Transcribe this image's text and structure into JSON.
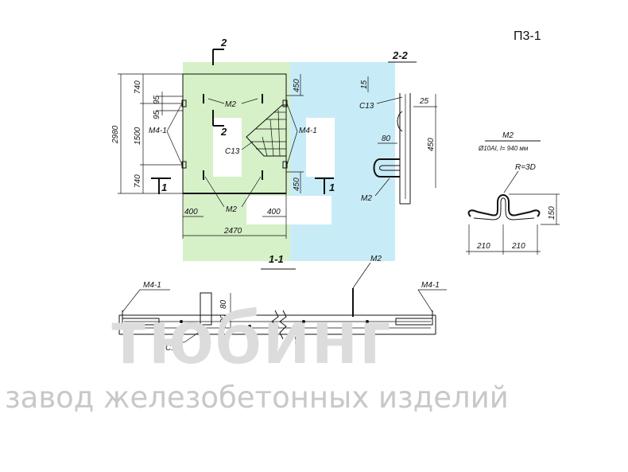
{
  "drawing_code": "П3-1",
  "watermark": {
    "brand": "тюбинг",
    "subtitle": "завод железобетонных изделий"
  },
  "colors": {
    "logo_green": "#d6f0c8",
    "logo_blue": "#c8ecf7",
    "line": "#111111",
    "watermark_gray": "#d9d9d9"
  },
  "plan": {
    "section_2_mark": "2",
    "section_1_mark": "1",
    "dims_left": [
      "740",
      "95",
      "95",
      "1500",
      "740"
    ],
    "dim_total_height": "2980",
    "dim_top_right": "450",
    "dim_bottom_right": "450",
    "dim_bottom_left": "400",
    "dim_bottom_right_small": "400",
    "dim_total_width": "2470",
    "label_m2": "М2",
    "label_m4": "М4-1",
    "label_c13": "С13"
  },
  "section_2_2": {
    "title": "2-2",
    "dim_15": "15",
    "dim_25": "25",
    "dim_450": "450",
    "dim_80": "80",
    "label_c13": "С13",
    "label_m2": "М2"
  },
  "detail_m2": {
    "title": "М2",
    "spec": "Ø10АI, l= 940 мм",
    "radius": "R=3D",
    "dim_left": "210",
    "dim_right": "210",
    "dim_height": "150"
  },
  "section_1_1": {
    "title": "1-1",
    "label_m4_left": "М4-1",
    "label_m4_right": "М4-1",
    "label_m2": "М2",
    "label_c13": "С13",
    "dim_100": "100",
    "dim_80": "80",
    "dim_25": "25"
  }
}
